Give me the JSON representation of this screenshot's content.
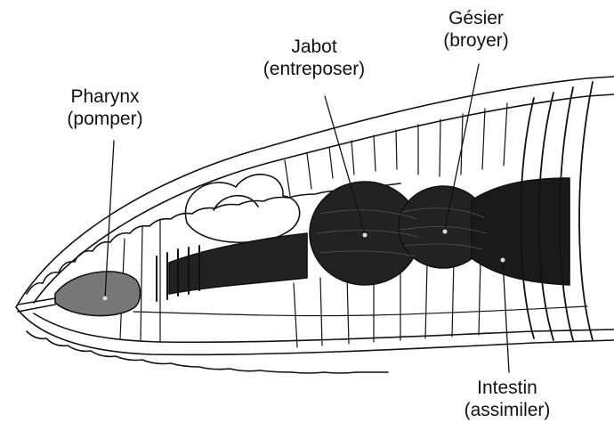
{
  "labels": {
    "pharynx": {
      "name": "Pharynx",
      "role": "(pomper)"
    },
    "jabot": {
      "name": "Jabot",
      "role": "(entreposer)"
    },
    "gesier": {
      "name": "Gésier",
      "role": "(broyer)"
    },
    "intestin": {
      "name": "Intestin",
      "role": "(assimiler)"
    }
  },
  "colors": {
    "ink": "#111111",
    "organ": "#222222",
    "pharynx_fill": "#777777",
    "background": "#ffffff"
  }
}
